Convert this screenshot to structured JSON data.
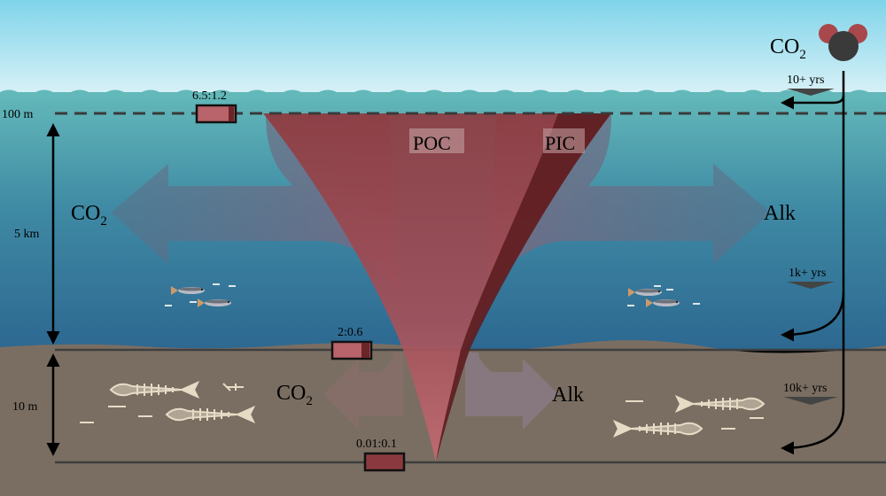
{
  "colors": {
    "sky_top": "#7fd4ea",
    "sky_bottom": "#d8f1f7",
    "ocean_top": "#62b8ba",
    "ocean_bottom": "#2f6e92",
    "sediment": "#7a6e62",
    "poc": "#b9585e",
    "pic": "#6b2428",
    "arrow_dark": "#4b5f78",
    "molecule_carbon": "#3a3a3a",
    "molecule_oxygen": "#a9484c",
    "ratio_box_fill": "#b9636a"
  },
  "labels": {
    "co2_atmos_main": "CO",
    "co2_atmos_sub": "2",
    "depth_100m": "100 m",
    "depth_5km": "5 km",
    "depth_10m": "10 m",
    "poc": "POC",
    "pic": "PIC",
    "co2_ocean_main": "CO",
    "co2_ocean_sub": "2",
    "alk_ocean": "Alk",
    "co2_sed_main": "CO",
    "co2_sed_sub": "2",
    "alk_sed": "Alk"
  },
  "ratios": {
    "surface": "6.5:1.2",
    "seafloor": "2:0.6",
    "sediment": "0.01:0.1"
  },
  "timescales": {
    "surface": "10+ yrs",
    "deep": "1k+ yrs",
    "sediment": "10k+ yrs"
  }
}
